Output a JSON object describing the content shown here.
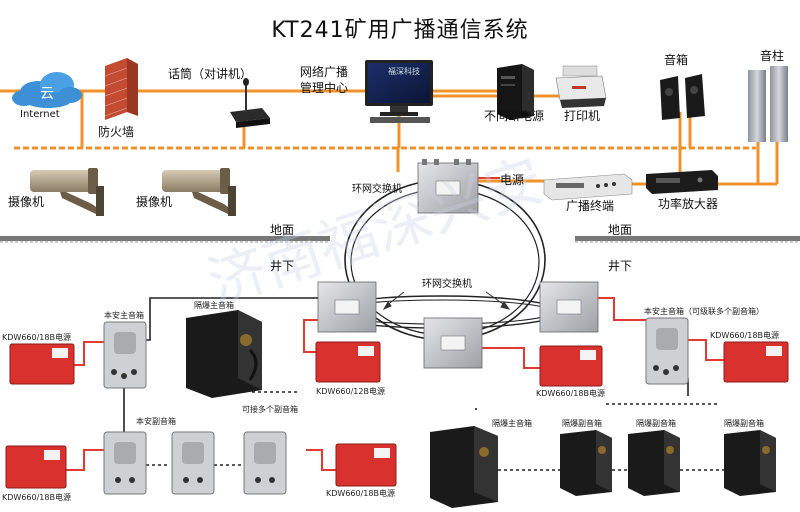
{
  "title": "KT241矿用广播通信系统",
  "watermark": "济南福深兴安",
  "labels": {
    "cloud": "云",
    "internet": "Internet",
    "firewall": "防火墙",
    "microphone": "话筒（对讲机）",
    "nms_line1": "网络广播",
    "nms_line2": "管理中心",
    "monitor_logo": "福深科技",
    "ups": "不间断电源",
    "printer": "打印机",
    "speaker_box": "音箱",
    "speaker_column": "音柱",
    "camera_1": "摄像机",
    "camera_2": "摄像机",
    "ring_switch_top": "环网交换机",
    "power": "电源",
    "broadcast_terminal": "广播终端",
    "power_amplifier": "功率放大器",
    "ground_left": "地面",
    "ground_right": "地面",
    "underground_left": "井下",
    "underground_right": "井下",
    "ring_switch_middle": "环网交换机",
    "intrinsic_main_left": "本安主音箱",
    "flameproof_main_left": "隔爆主音箱",
    "psu_left_18b": "KDW660/18B电源",
    "psu_12b": "KDW660/12B电源",
    "multi_sub": "可接多个副音箱",
    "intrinsic_sub": "本安副音箱",
    "psu_bottom_left": "KDW660/18B电源",
    "psu_bottom_mid": "KDW660/18B电源",
    "psu_center_right": "KDW660/18B电源",
    "intrinsic_main_right": "本安主音箱（可级联多个副音箱）",
    "psu_right": "KDW660/18B电源",
    "flameproof_main_bottom": "隔爆主音箱",
    "flameproof_sub_1": "隔爆副音箱",
    "flameproof_sub_2": "隔爆副音箱",
    "flameproof_sub_3": "隔爆副音箱"
  },
  "colors": {
    "network_line": "#f0922b",
    "power_cable": "#e03a35",
    "psu_body": "#d9322e",
    "ring": "#222222",
    "switch_body": "#c8c8cc"
  }
}
